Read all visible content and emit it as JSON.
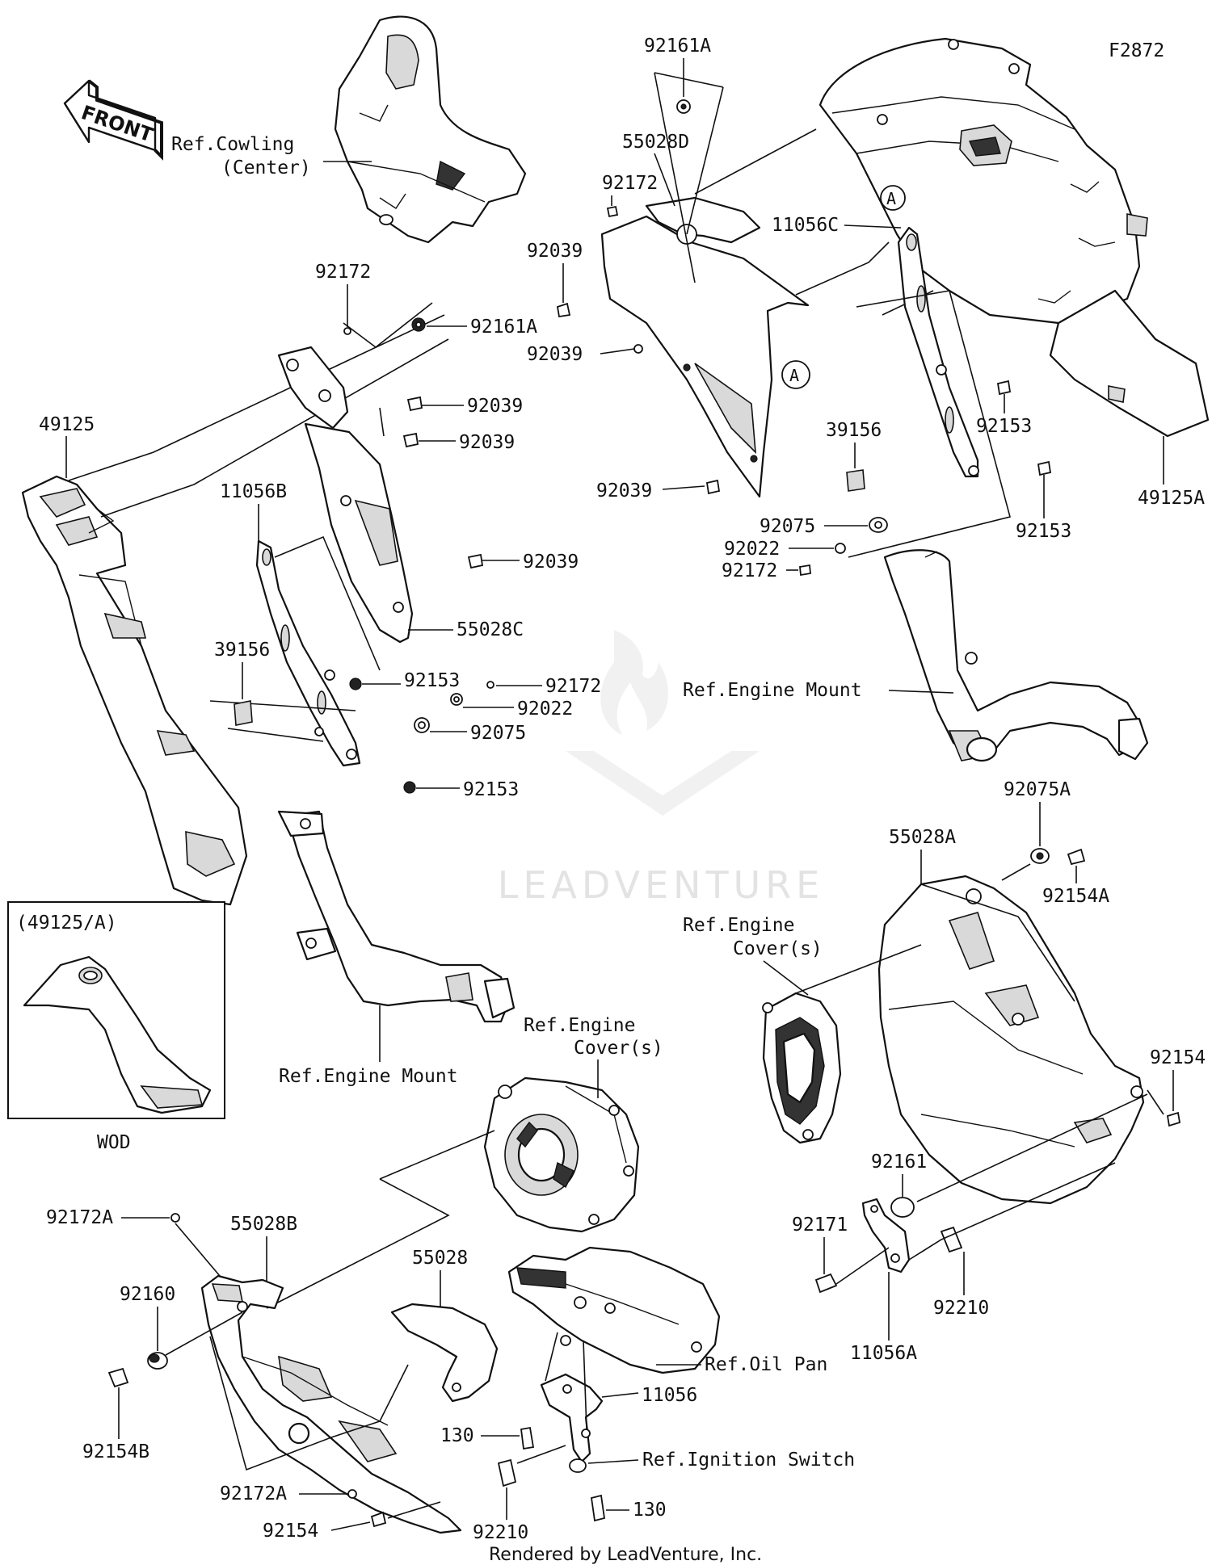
{
  "figure_code": "F2872",
  "front_arrow_text": "FRONT",
  "callouts": [
    "92161A",
    "55028D",
    "92172",
    "92039",
    "92039",
    "A",
    "11056C",
    "A",
    "92172",
    "92161A",
    "92039",
    "92039",
    "49125",
    "11056B",
    "92039",
    "55028C",
    "39156",
    "92153",
    "92172",
    "92022",
    "92075",
    "92153",
    "92039",
    "39156",
    "92153",
    "92075",
    "92022",
    "92172",
    "92153",
    "49125A",
    "92075A",
    "55028A",
    "92154A",
    "92154",
    "92161",
    "92171",
    "92210",
    "11056A",
    "92172A",
    "55028B",
    "92160",
    "92154B",
    "55028",
    "11056",
    "130",
    "130",
    "92172A",
    "92154",
    "92210"
  ],
  "references": {
    "cowling_center_1": "Ref.Cowling",
    "cowling_center_2": "(Center)",
    "engine_mount_left": "Ref.Engine Mount",
    "engine_mount_right": "Ref.Engine Mount",
    "engine_cover_center_1": "Ref.Engine",
    "engine_cover_center_2": "Cover(s)",
    "engine_cover_right_1": "Ref.Engine",
    "engine_cover_right_2": "Cover(s)",
    "oil_pan": "Ref.Oil Pan",
    "ignition_switch": "Ref.Ignition Switch"
  },
  "inset": {
    "title": "(49125/A)",
    "caption": "WOD"
  },
  "watermark": "LEADVENTURE",
  "footer": "Rendered by LeadVenture, Inc."
}
